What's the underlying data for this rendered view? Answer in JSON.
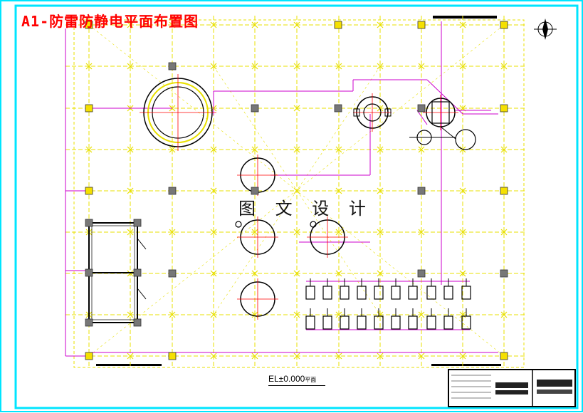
{
  "title": "A1-防雷防静电平面布置图",
  "watermark": "图 文 设 计",
  "elevation_label": "EL±0.000",
  "elevation_suffix": "平面",
  "colors": {
    "frame": "#00e5ff",
    "grid": "#e8e000",
    "dimension": "#cc00cc",
    "equipment": "#000000",
    "title": "#ff0000"
  }
}
